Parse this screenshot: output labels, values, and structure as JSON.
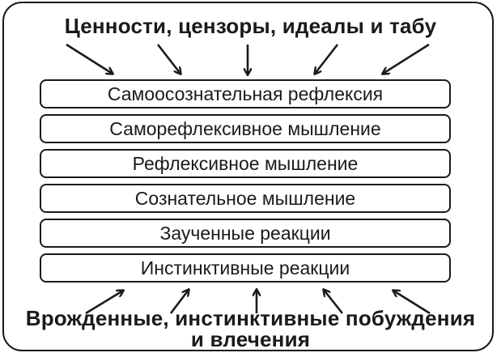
{
  "diagram": {
    "top_label": "Ценности, цензоры, идеалы и табу",
    "layers": [
      {
        "label": "Самоосознательная рефлексия"
      },
      {
        "label": "Саморефлексивное мышление"
      },
      {
        "label": "Рефлексивное мышление"
      },
      {
        "label": "Сознательное мышление"
      },
      {
        "label": "Заученные реакции"
      },
      {
        "label": "Инстинктивные реакции"
      }
    ],
    "bottom_label_line1": "Врожденные, инстинктивные побуждения",
    "bottom_label_line2": "и влечения",
    "colors": {
      "ink": "#1a1a1a",
      "background": "#ffffff"
    },
    "icons": {
      "top_arrows": "arrow-down-icon",
      "bottom_arrows": "arrow-up-icon"
    }
  }
}
